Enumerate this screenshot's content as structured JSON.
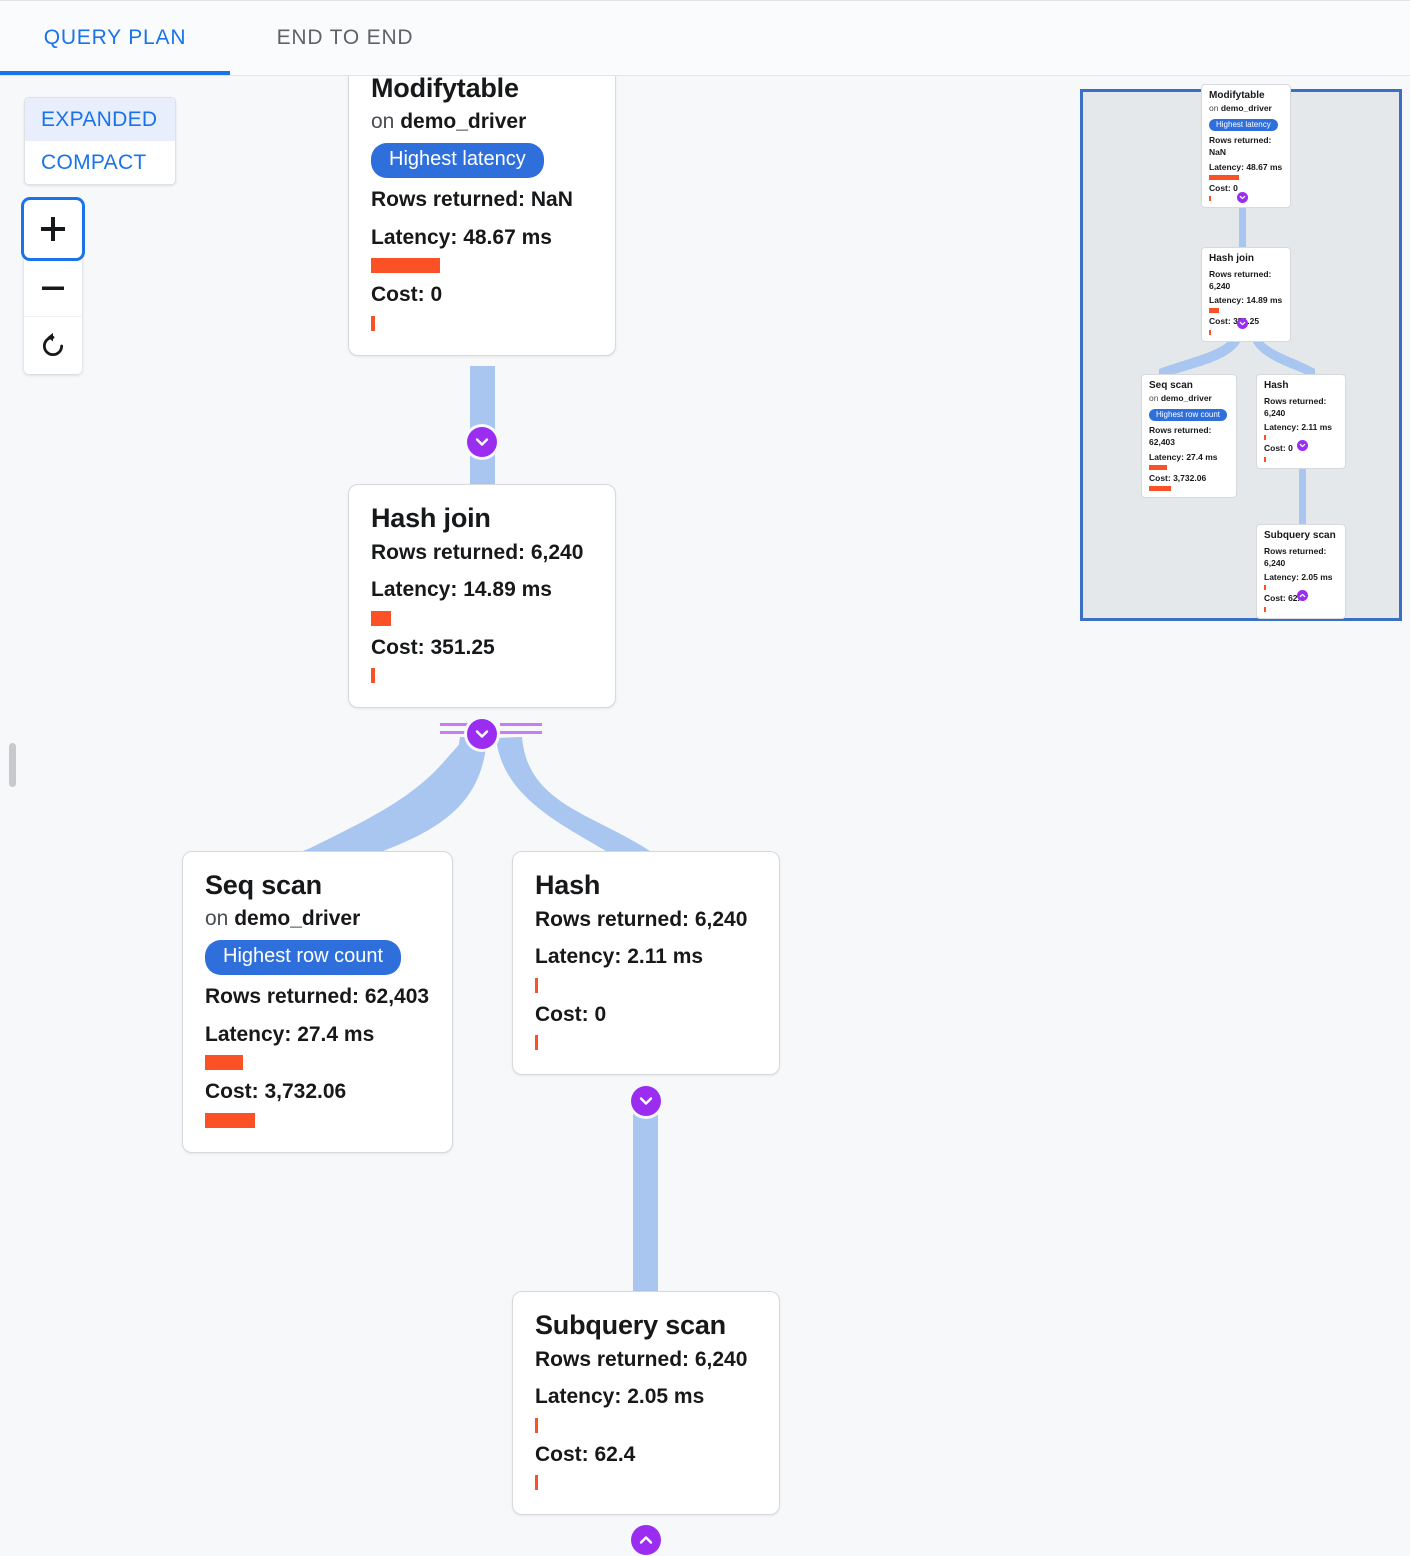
{
  "tabs": [
    {
      "label": "QUERY PLAN",
      "active": true
    },
    {
      "label": "END TO END",
      "active": false
    }
  ],
  "controls": {
    "mode_expanded": "EXPANDED",
    "mode_compact": "COMPACT",
    "selected_mode": "EXPANDED",
    "zoom_in": "+",
    "zoom_out": "−",
    "reset": "reset-icon"
  },
  "colors": {
    "accent_blue": "#1a73e8",
    "badge_blue": "#2f6fdb",
    "bar_orange": "#fa5226",
    "edge_blue": "#a8c6f0",
    "knob_purple": "#9b2df0",
    "canvas_bg": "#f7f8fa",
    "minimap_bg": "#e4e8eb",
    "minimap_border": "#3b6fc4"
  },
  "labels": {
    "on_prefix": "on",
    "rows_label": "Rows returned:",
    "latency_label": "Latency:",
    "cost_label": "Cost:"
  },
  "plan": {
    "nodes": [
      {
        "id": "modifytable",
        "title": "Modifytable",
        "relation": "demo_driver",
        "badge": "Highest latency",
        "rows": "Rows returned: NaN",
        "latency": "Latency: 48.67 ms",
        "latency_bar_pct": 31,
        "cost": "Cost: 0",
        "cost_bar_pct": 2
      },
      {
        "id": "hashjoin",
        "title": "Hash join",
        "relation": "",
        "badge": "",
        "rows": "Rows returned: 6,240",
        "latency": "Latency: 14.89 ms",
        "latency_bar_pct": 9,
        "cost": "Cost: 351.25",
        "cost_bar_pct": 2
      },
      {
        "id": "seqscan",
        "title": "Seq scan",
        "relation": "demo_driver",
        "badge": "Highest row count",
        "rows": "Rows returned: 62,403",
        "latency": "Latency: 27.4 ms",
        "latency_bar_pct": 17,
        "cost": "Cost: 3,732.06",
        "cost_bar_pct": 22
      },
      {
        "id": "hash",
        "title": "Hash",
        "relation": "",
        "badge": "",
        "rows": "Rows returned: 6,240",
        "latency": "Latency: 2.11 ms",
        "latency_bar_pct": 2,
        "cost": "Cost: 0",
        "cost_bar_pct": 2
      },
      {
        "id": "subqueryscan",
        "title": "Subquery scan",
        "relation": "",
        "badge": "",
        "rows": "Rows returned: 6,240",
        "latency": "Latency: 2.05 ms",
        "latency_bar_pct": 2,
        "cost": "Cost: 62.4",
        "cost_bar_pct": 2
      }
    ],
    "edges": [
      {
        "from": "modifytable",
        "to": "hashjoin"
      },
      {
        "from": "hashjoin",
        "to": "seqscan"
      },
      {
        "from": "hashjoin",
        "to": "hash"
      },
      {
        "from": "hash",
        "to": "subqueryscan"
      }
    ]
  },
  "minimap": {
    "name": "plan-minimap"
  }
}
